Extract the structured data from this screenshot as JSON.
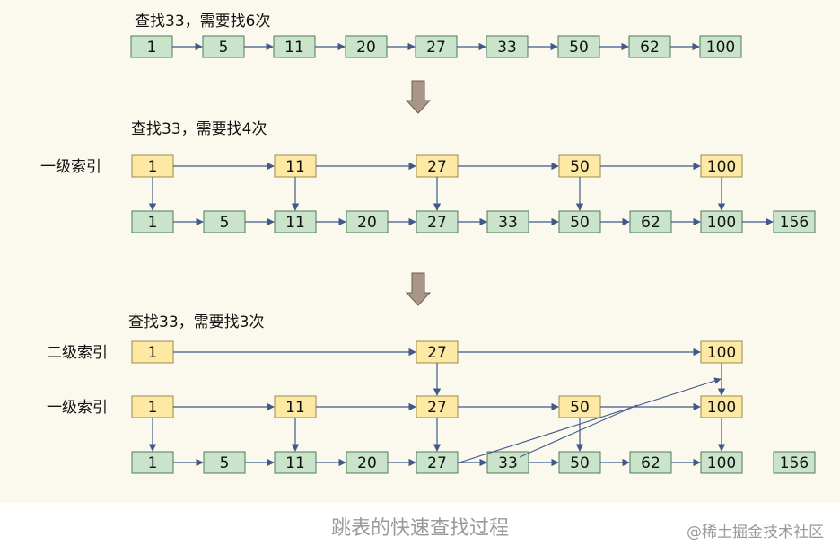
{
  "sections": [
    {
      "heading": "查找33，需要找6次",
      "rows": [
        {
          "label": "",
          "kind": "base",
          "nodes": [
            "1",
            "5",
            "11",
            "20",
            "27",
            "33",
            "50",
            "62",
            "100"
          ]
        }
      ]
    },
    {
      "heading": "查找33，需要找4次",
      "rows": [
        {
          "label": "一级索引",
          "kind": "index",
          "nodes": [
            "1",
            "11",
            "27",
            "50",
            "100"
          ]
        },
        {
          "label": "",
          "kind": "base",
          "nodes": [
            "1",
            "5",
            "11",
            "20",
            "27",
            "33",
            "50",
            "62",
            "100",
            "156"
          ]
        }
      ]
    },
    {
      "heading": "查找33，需要找3次",
      "rows": [
        {
          "label": "二级索引",
          "kind": "index",
          "nodes": [
            "1",
            "27",
            "100"
          ]
        },
        {
          "label": "一级索引",
          "kind": "index",
          "nodes": [
            "1",
            "11",
            "27",
            "50",
            "100"
          ]
        },
        {
          "label": "",
          "kind": "base",
          "nodes": [
            "1",
            "5",
            "11",
            "20",
            "27",
            "33",
            "50",
            "62",
            "100",
            "156"
          ]
        }
      ]
    }
  ],
  "caption": "跳表的快速查找过程",
  "watermark": "@稀土掘金技术社区",
  "colors": {
    "base_fill": "#c9e4cb",
    "base_stroke": "#4f7a59",
    "index_fill": "#fde9a4",
    "index_stroke": "#9a8a4c",
    "arrow": "#3f5a8a",
    "down_arrow": "#a99688",
    "down_arrow_stroke": "#6f5e55",
    "background": "#fbf8ee",
    "text": "#111111"
  }
}
